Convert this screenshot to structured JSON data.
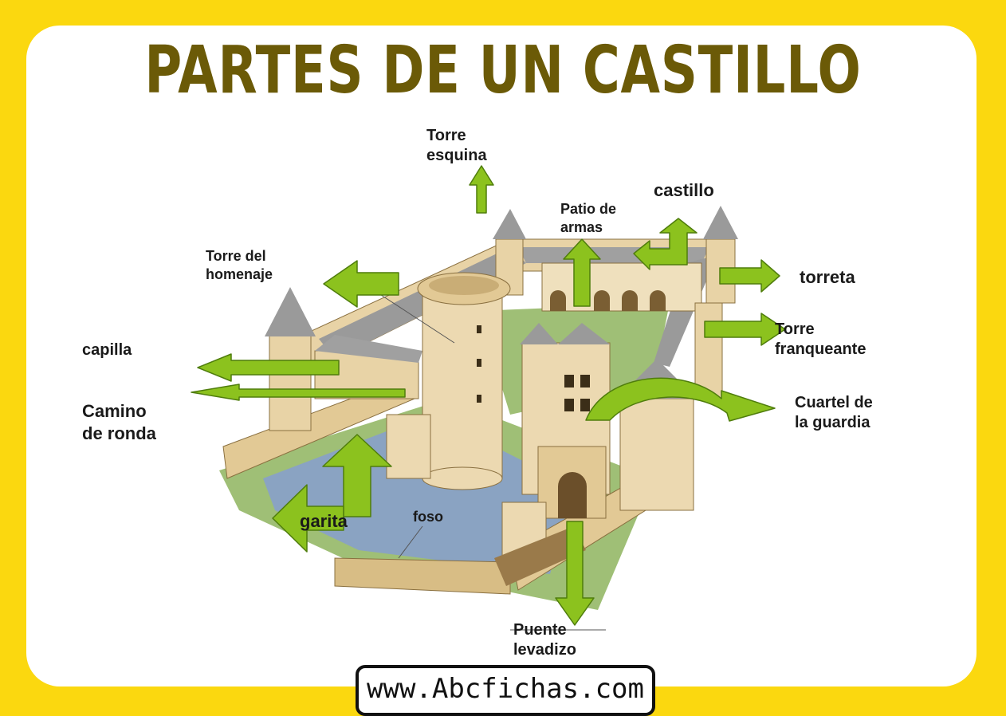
{
  "title": "PARTES DE UN CASTILLO",
  "labels": {
    "torre_esquina": [
      "Torre",
      "esquina"
    ],
    "patio_de_armas": [
      "Patio de",
      "armas"
    ],
    "castillo": "castillo",
    "torre_del_homenaje": [
      "Torre del",
      "homenaje"
    ],
    "torreta": "torreta",
    "torre_franqueante": [
      "Torre",
      "franqueante"
    ],
    "capilla": "capilla",
    "camino_de_ronda": [
      "Camino",
      "de ronda"
    ],
    "cuartel_de_la_guardia": [
      "Cuartel de",
      "la guardia"
    ],
    "garita": "garita",
    "foso": "foso",
    "puente_levadizo": [
      "Puente",
      "levadizo"
    ]
  },
  "footer": "www.Abcfichas.com",
  "colors": {
    "background": "#fbd80f",
    "card": "#ffffff",
    "title": "#6b5a07",
    "arrow": "#8cc21e",
    "arrow_outline": "#4f7d0c",
    "stone": "#e8d3a6",
    "water": "#8aa3c2",
    "grass": "#9fbf76"
  }
}
